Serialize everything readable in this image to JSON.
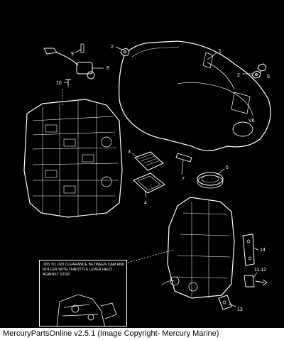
{
  "callouts": {
    "c1": "1",
    "c2a": "2",
    "c2b": "2",
    "c3": "3",
    "c4": "4",
    "c5": "5",
    "c6": "6",
    "c7": "7",
    "c8": "8",
    "c9": "9",
    "c10": "10",
    "c11_12": "11 12",
    "c13": "13",
    "c14": "14"
  },
  "note": {
    "text": ".005 TO .020 CLEARANCE BETWEEN CAM AND ROLLER WITH THROTTLE LEVER HELD AGAINST STOP."
  },
  "cover_badge": "V6",
  "footer": {
    "caption": "MercuryPartsOnline v2.5.1 (Image Copyright- Mercury Marine)"
  },
  "colors": {
    "background": "#000000",
    "line": "#ffffff",
    "footer_bg": "#ffffff"
  }
}
